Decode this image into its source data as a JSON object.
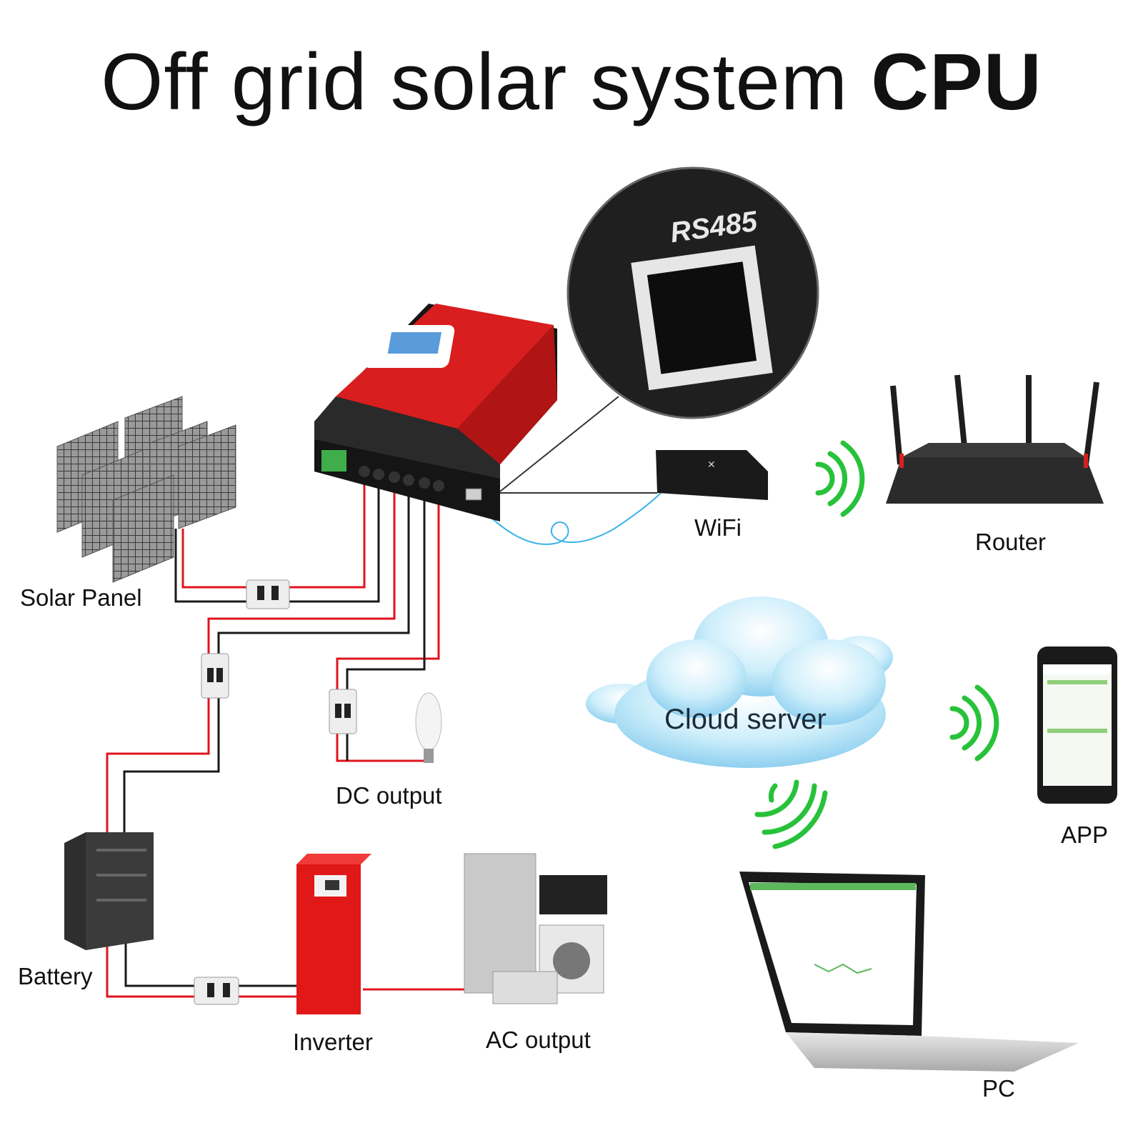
{
  "title": {
    "main": "Off grid solar system",
    "strong": "CPU"
  },
  "callout": {
    "port_label": "RS485"
  },
  "labels": {
    "solar_panel": "Solar Panel",
    "battery": "Battery",
    "dc_output": "DC output",
    "inverter": "Inverter",
    "ac_output": "AC output",
    "wifi": "WiFi",
    "router": "Router",
    "cloud_server": "Cloud server",
    "app": "APP",
    "pc": "PC"
  },
  "colors": {
    "controller_red": "#d81e1e",
    "wire_red": "#e0141e",
    "wire_black": "#1a1a1a",
    "signal_green": "#27c23a",
    "cable_blue": "#3bb3e8",
    "cloud_blue": "#aee0f5"
  }
}
